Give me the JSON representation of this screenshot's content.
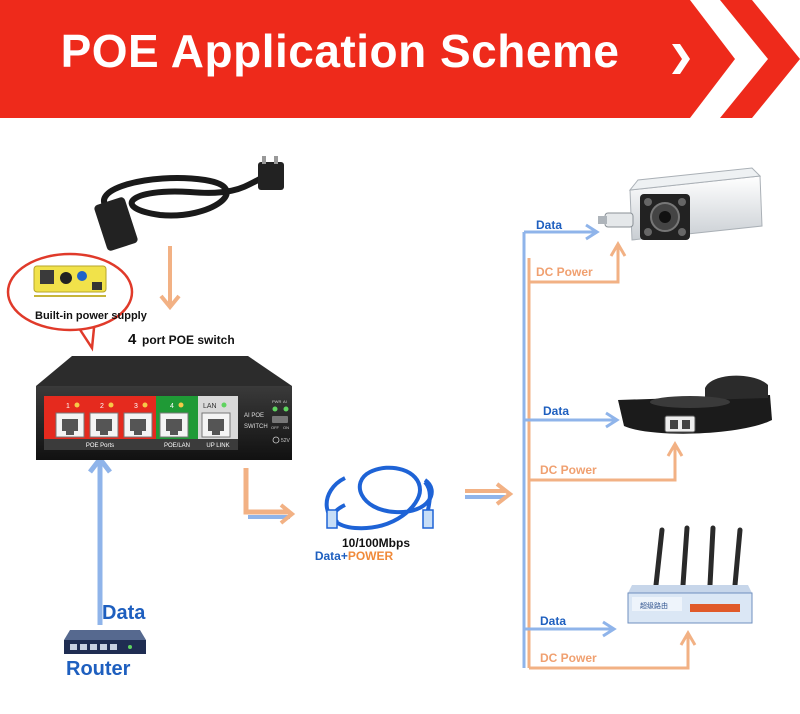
{
  "header": {
    "title": "POE Application Scheme"
  },
  "colors": {
    "banner": "#ee2a1b",
    "data_line": "#8fb4ea",
    "power_line": "#f2b184",
    "data_text": "#1e5fbf",
    "power_text": "#f0a070"
  },
  "power_supply": {
    "label": "Built-in power supply"
  },
  "switch": {
    "caption_number": "4",
    "caption_text": "port POE switch",
    "port_numbers": [
      "1",
      "2",
      "3",
      "4",
      "LAN"
    ],
    "group_labels": [
      "POE Ports",
      "POE/LAN",
      "UP LINK"
    ],
    "brand_text": "AI POE",
    "switch_word": "SWITCH",
    "led_labels": [
      "PWR",
      "AI",
      "OFF",
      "ON"
    ],
    "voltage_label": "52V"
  },
  "cable": {
    "speed": "10/100Mbps",
    "data_word": "Data",
    "plus": "+",
    "power_word": "POWER"
  },
  "router": {
    "data_label": "Data",
    "name": "Router"
  },
  "devices": [
    {
      "name": "camera",
      "data_label": "Data",
      "power_label": "DC Power"
    },
    {
      "name": "ip-phone",
      "data_label": "Data",
      "power_label": "DC Power"
    },
    {
      "name": "wifi-router",
      "data_label": "Data",
      "power_label": "DC Power",
      "screen_text": "超级路由"
    }
  ]
}
